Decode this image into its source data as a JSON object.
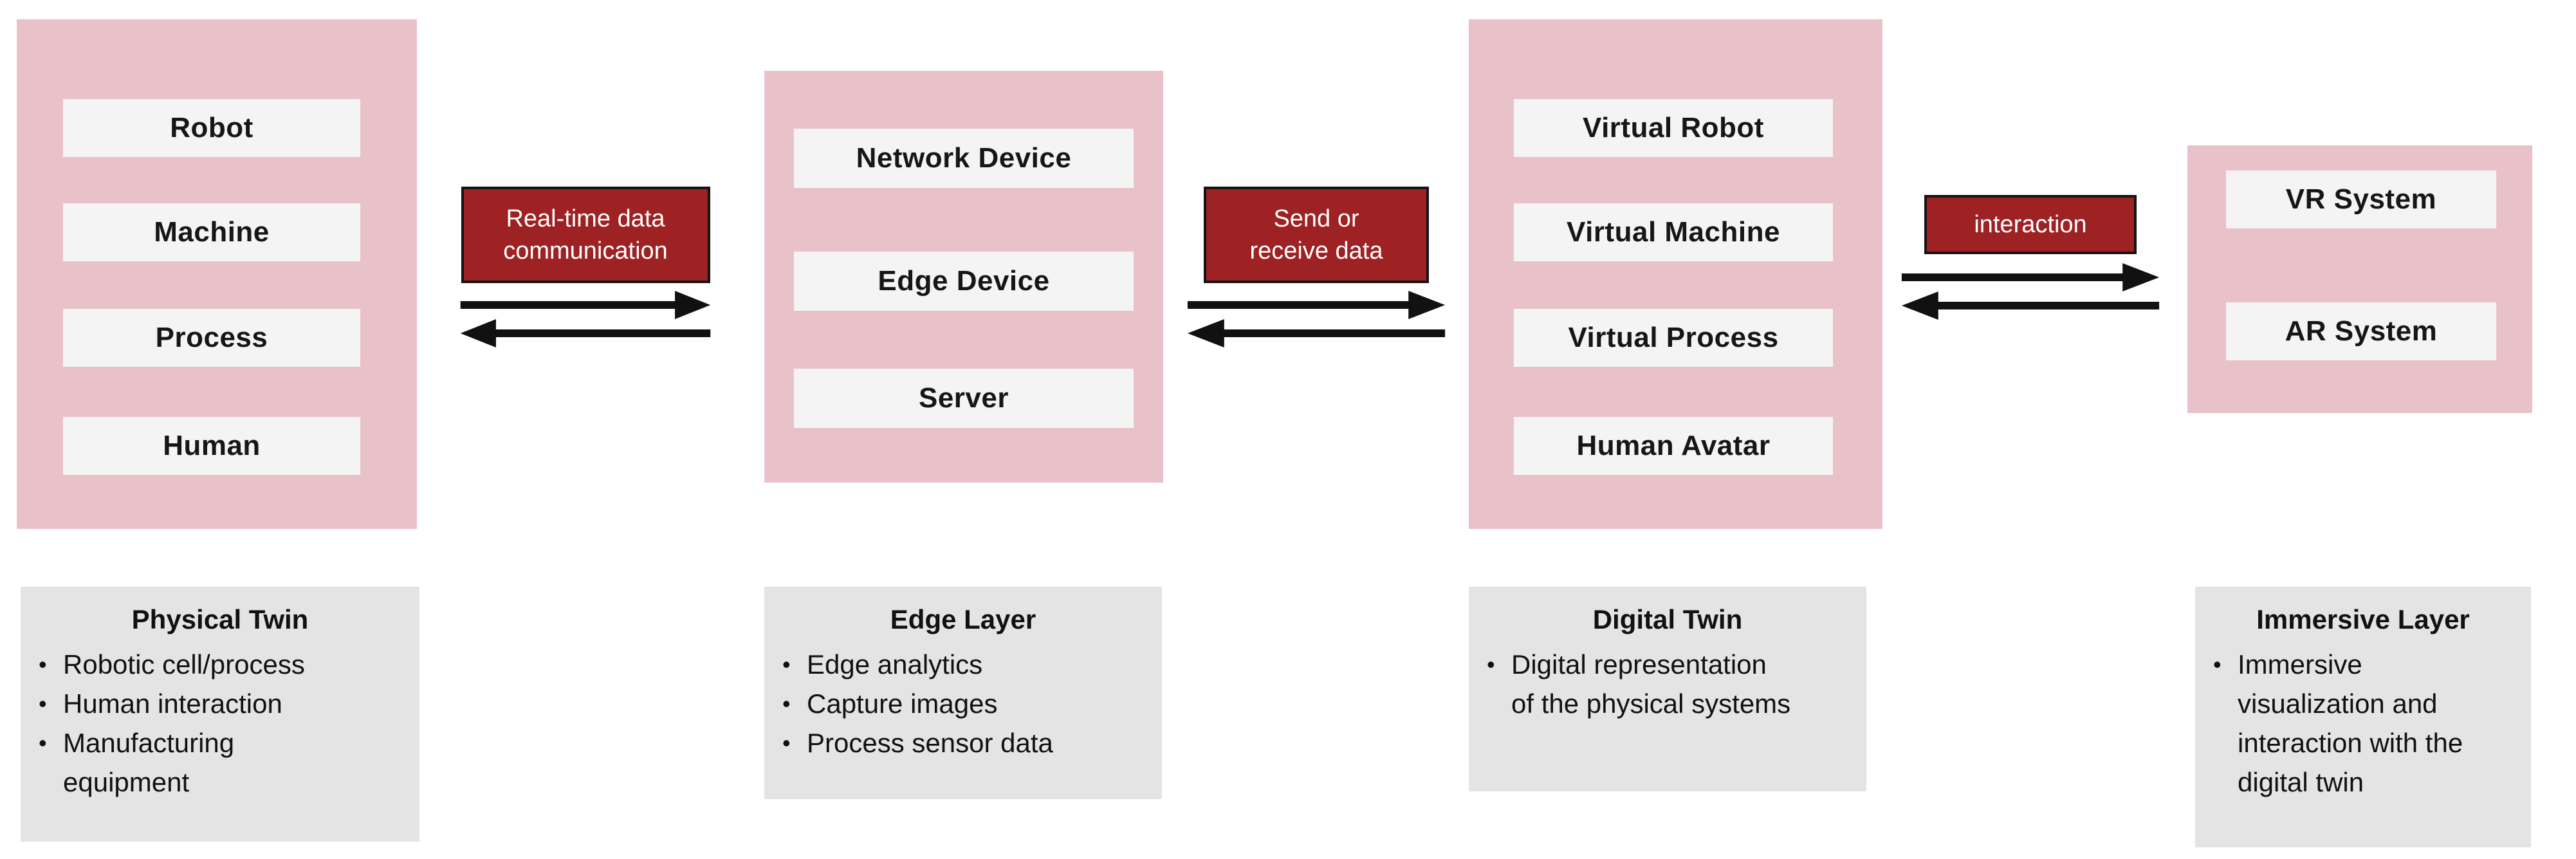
{
  "diagram": {
    "columns": [
      {
        "id": "physical-twin",
        "items": [
          "Robot",
          "Machine",
          "Process",
          "Human"
        ],
        "info": {
          "title": "Physical Twin",
          "bullets": [
            "Robotic cell/process",
            "Human interaction",
            "Manufacturing\nequipment"
          ]
        }
      },
      {
        "id": "edge-layer",
        "items": [
          "Network Device",
          "Edge Device",
          "Server"
        ],
        "info": {
          "title": "Edge Layer",
          "bullets": [
            "Edge analytics",
            "Capture images",
            "Process sensor data"
          ]
        }
      },
      {
        "id": "digital-twin",
        "items": [
          "Virtual Robot",
          "Virtual Machine",
          "Virtual Process",
          "Human Avatar"
        ],
        "info": {
          "title": "Digital Twin",
          "bullets": [
            "Digital representation\nof the physical systems"
          ]
        }
      },
      {
        "id": "immersive-layer",
        "items": [
          "VR System",
          "AR System"
        ],
        "info": {
          "title": "Immersive Layer",
          "bullets": [
            "Immersive\nvisualization and\ninteraction with the\ndigital twin"
          ]
        }
      }
    ],
    "connectors": [
      {
        "label": "Real-time data\ncommunication"
      },
      {
        "label": "Send or\nreceive data"
      },
      {
        "label": "interaction"
      }
    ],
    "bullet_glyph": "•",
    "colors": {
      "column_fill": "#e9c2c9",
      "item_fill": "#f5f4f4",
      "label_fill": "#9e2123",
      "label_border": "#141414",
      "label_text": "#ffffff",
      "info_fill": "#e4e4e4",
      "arrow": "#111111",
      "text": "#1a1a1a",
      "background": "#ffffff"
    }
  }
}
